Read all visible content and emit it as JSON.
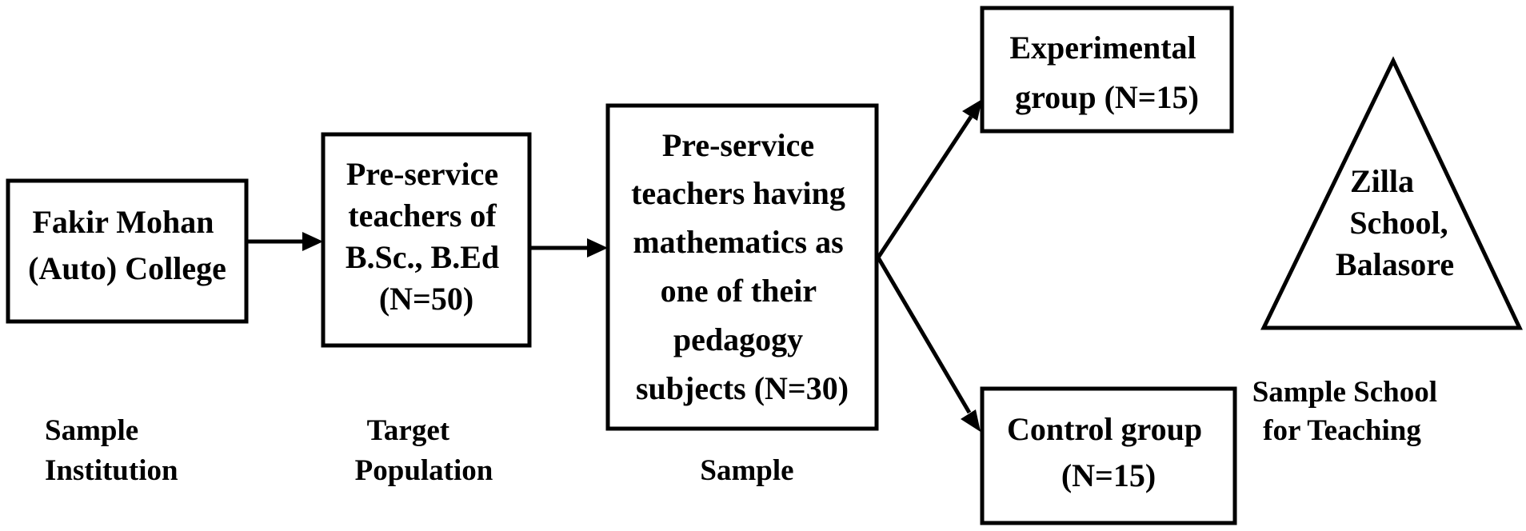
{
  "nodes": {
    "institution": {
      "lines": [
        "Fakir Mohan",
        "(Auto) College"
      ]
    },
    "population": {
      "lines": [
        "Pre-service",
        "teachers of",
        "B.Sc., B.Ed",
        "(N=50)"
      ]
    },
    "sample": {
      "lines": [
        "Pre-service",
        "teachers having",
        "mathematics as",
        "one of their",
        "pedagogy",
        "subjects (N=30)"
      ]
    },
    "experimental": {
      "lines": [
        "Experimental",
        "group (N=15)"
      ]
    },
    "control": {
      "lines": [
        "Control group",
        "(N=15)"
      ]
    },
    "school": {
      "lines": [
        "Zilla",
        "School,",
        "Balasore"
      ]
    }
  },
  "captions": {
    "institution": [
      "Sample",
      "Institution"
    ],
    "population": [
      "Target",
      "Population"
    ],
    "sample": [
      "Sample"
    ],
    "school": [
      "Sample School",
      "for Teaching"
    ]
  }
}
